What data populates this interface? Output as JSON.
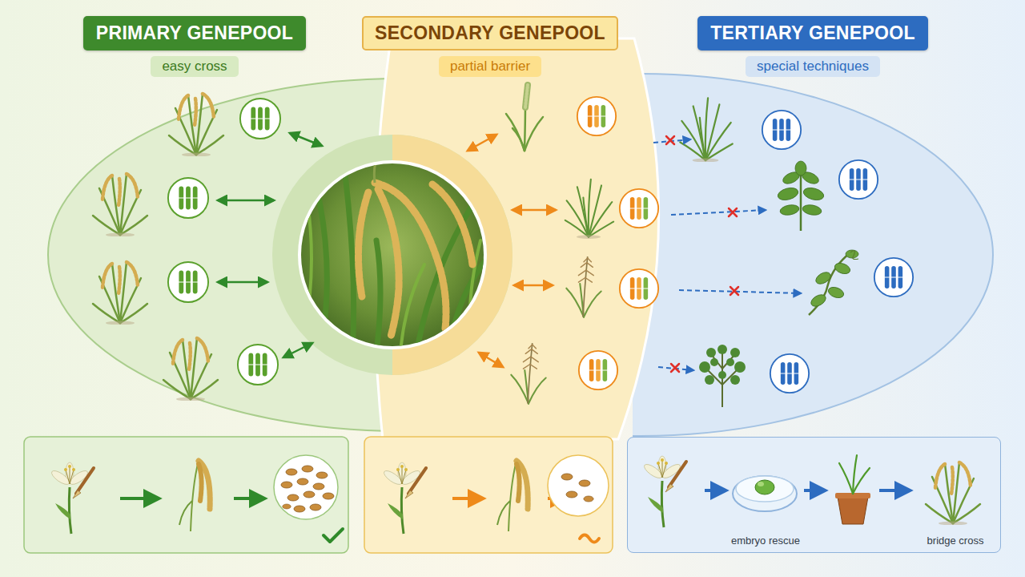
{
  "diagram": {
    "nodes": [
      {
        "text": [
          "PRIMARY GENEPOOL",
          "easy cross"
        ]
      },
      {
        "text": [
          "SECONDARY GENEPOOL",
          "partial barrier"
        ]
      },
      {
        "text": [
          "TERTIARY GENEPOOL",
          "special techniques"
        ]
      },
      {
        "text": [
          "embryo rescue",
          "bridge cross"
        ]
      }
    ]
  }
}
